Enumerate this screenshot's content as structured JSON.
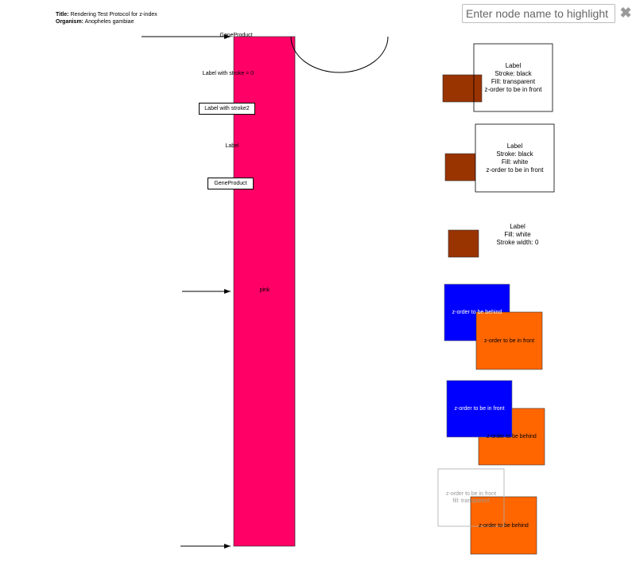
{
  "header": {
    "title_label": "Title:",
    "title_value": "Rendering Test Protocol for z-index",
    "organism_label": "Organism:",
    "organism_value": "Anopheles gambiae"
  },
  "search": {
    "placeholder": "Enter node name to highlight",
    "clear_glyph": "✖"
  },
  "left_nodes": {
    "geneproduct_top": "GeneProduct",
    "label_stroke_zero": "Label with stroke = 0",
    "label_with_stroke": "Label with stroke2",
    "label_plain": "Label",
    "geneproduct_box": "GeneProduct",
    "pink_label": "pink"
  },
  "right_nodes": {
    "label1": "Label\nStroke: black\nFill: transparent\nz-order to be in front",
    "label2": "Label\nStroke: black\nFill: white\nz-order to be in front",
    "label3": "Label\nFill: white\nStroke width: 0",
    "blue1": "z-order to be behind",
    "orange1": "z-order to be in front",
    "blue2": "z-order to be in front",
    "orange2": "z-order to be behind",
    "transparent3": "z-order to be in front\nfill: transparent",
    "orange3": "z-order to be behind"
  },
  "colors": {
    "pink": "#ff0066",
    "brown": "#993300",
    "blue": "#0000ff",
    "orange": "#ff6600"
  }
}
